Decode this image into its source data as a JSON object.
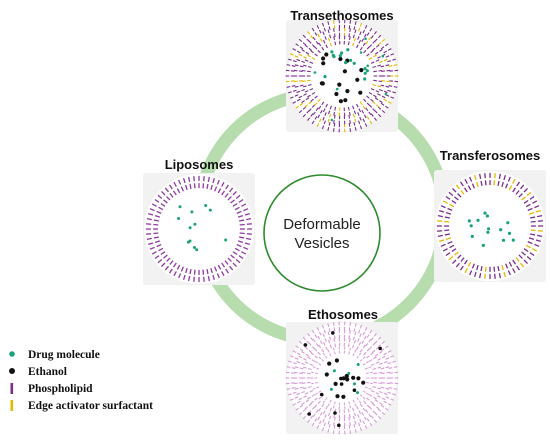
{
  "center": {
    "line1": "Deformable",
    "line2": "Vesicles"
  },
  "vesicles": [
    {
      "id": "transethosomes",
      "label": "Transethosomes",
      "type": "transethosome"
    },
    {
      "id": "transferosomes",
      "label": "Transferosomes",
      "type": "transferosome"
    },
    {
      "id": "ethosomes",
      "label": "Ethosomes",
      "type": "ethosome"
    },
    {
      "id": "liposomes",
      "label": "Liposomes",
      "type": "liposome"
    }
  ],
  "legend": [
    {
      "label": "Drug molecule",
      "icon": "teal-dot-icon"
    },
    {
      "label": "Ethanol",
      "icon": "black-dot-icon"
    },
    {
      "label": "Phospholipid",
      "icon": "purple-bar-icon"
    },
    {
      "label": "Edge activator surfactant",
      "icon": "yellow-bar-icon"
    }
  ],
  "colors": {
    "ring": "#b7dcae",
    "center_circle": "#2e8b2e",
    "drug": "#1aa37a",
    "ethanol": "#111111",
    "phospholipid": "#7b2d8e",
    "phospholipid_light": "#d79ad9",
    "surfactant": "#e6b800"
  }
}
